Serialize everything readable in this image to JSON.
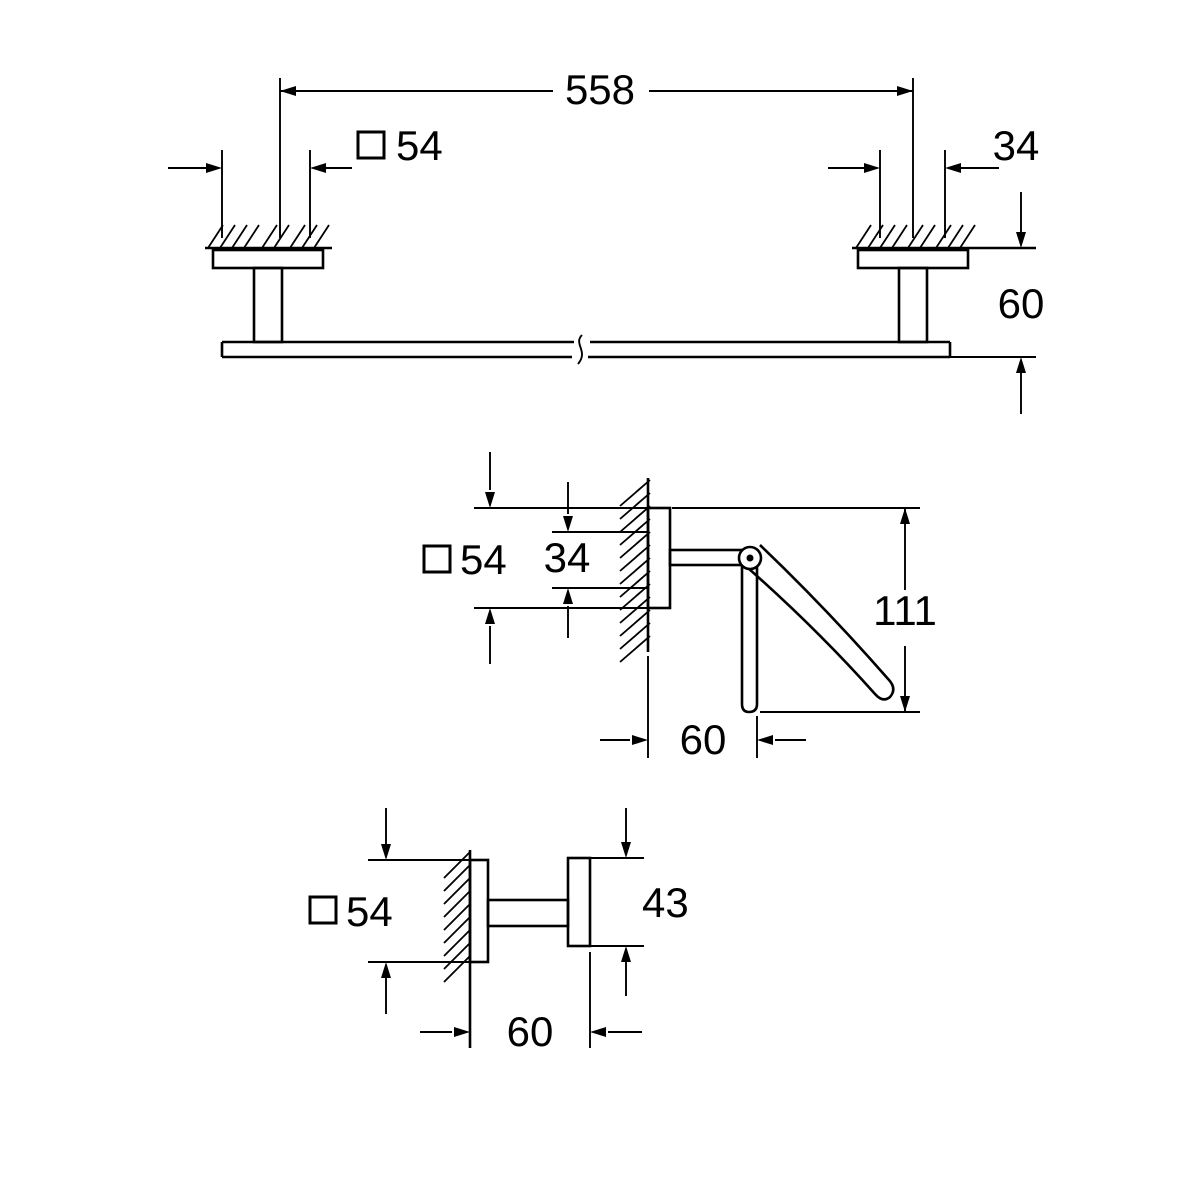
{
  "page": {
    "background": "#ffffff",
    "line_color": "#000000"
  },
  "icons": {
    "square_profile": "square-outline"
  },
  "views": {
    "towel_rail": {
      "dim_length": "558",
      "dim_plate": "54",
      "dim_offset": "34",
      "dim_height": "60"
    },
    "paper_holder": {
      "dim_plate": "54",
      "dim_bracket": "34",
      "dim_height": "111",
      "dim_projection": "60"
    },
    "robe_hook": {
      "dim_plate": "54",
      "dim_head": "43",
      "dim_projection": "60"
    }
  }
}
